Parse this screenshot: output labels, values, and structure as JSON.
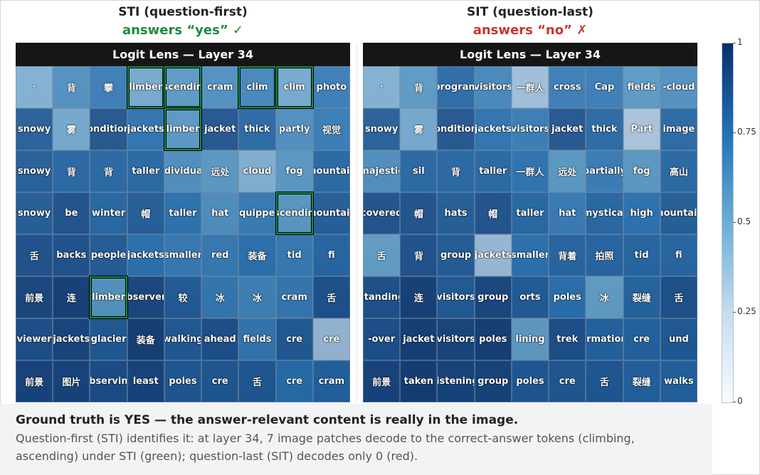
{
  "left": {
    "title": "STI (question-first)",
    "subtitle": "answers “yes” ✓",
    "subtitle_color": "#1e8a3e",
    "panel_title": "Logit Lens — Layer 34",
    "tokens": [
      [
        "·",
        "背",
        "攀",
        "climbers",
        "ascending",
        "cram",
        "clim",
        "clim",
        "photo"
      ],
      [
        "snowy",
        "雾",
        "conditions",
        "jackets",
        "climbers",
        "jacket",
        "thick",
        "partly",
        "视觉"
      ],
      [
        "snowy",
        "背",
        "背",
        "taller",
        "individuals",
        "远处",
        "cloud",
        "fog",
        "mountain"
      ],
      [
        "snowy",
        "be",
        "winter",
        "帽",
        "taller",
        "hat",
        "equipped",
        "ascending",
        "mountain"
      ],
      [
        "舌",
        "backs",
        "people",
        "jackets",
        "smaller",
        "red",
        "装备",
        "tid",
        "fi"
      ],
      [
        "前景",
        "连",
        "climbers",
        "observers",
        "较",
        "冰",
        "冰",
        "cram",
        "舌"
      ],
      [
        "viewer",
        "jackets",
        "glacier",
        "装备",
        "walking",
        "ahead",
        "fields",
        "cre",
        "cre"
      ],
      [
        "前景",
        "图片",
        "observing",
        "least",
        "poles",
        "cre",
        "舌",
        "cre",
        "cram"
      ]
    ],
    "values": [
      [
        0.4,
        0.6,
        0.7,
        0.45,
        0.55,
        0.6,
        0.65,
        0.45,
        0.7
      ],
      [
        0.85,
        0.45,
        0.9,
        0.75,
        0.55,
        0.9,
        0.8,
        0.6,
        0.7
      ],
      [
        0.85,
        0.8,
        0.8,
        0.8,
        0.6,
        0.55,
        0.4,
        0.55,
        0.8
      ],
      [
        0.85,
        0.9,
        0.8,
        0.85,
        0.75,
        0.6,
        0.7,
        0.55,
        0.85
      ],
      [
        0.9,
        0.9,
        0.85,
        0.75,
        0.7,
        0.7,
        0.75,
        0.7,
        0.8
      ],
      [
        0.95,
        0.98,
        0.55,
        0.95,
        0.85,
        0.7,
        0.65,
        0.7,
        0.9
      ],
      [
        0.9,
        0.95,
        0.85,
        0.98,
        0.85,
        0.9,
        0.7,
        0.85,
        0.3
      ],
      [
        0.95,
        0.95,
        0.9,
        0.95,
        0.85,
        0.85,
        0.85,
        0.75,
        0.8
      ]
    ],
    "highlighted": [
      [
        0,
        3
      ],
      [
        0,
        4
      ],
      [
        0,
        6
      ],
      [
        0,
        7
      ],
      [
        1,
        4
      ],
      [
        3,
        7
      ],
      [
        5,
        2
      ]
    ],
    "highlight_color": "#1e8a3e"
  },
  "right": {
    "title": "SIT (question-last)",
    "subtitle": "answers “no” ✗",
    "subtitle_color": "#c0392b",
    "panel_title": "Logit Lens — Layer 34",
    "tokens": [
      [
        "·",
        "背",
        "program",
        "visitors",
        "一群人",
        "cross",
        "Cap",
        "fields",
        "-cloud"
      ],
      [
        "snowy",
        "雾",
        "conditions",
        "jackets",
        "visitors",
        "jacket",
        "thick",
        "Part",
        "image"
      ],
      [
        "majestic",
        "sil",
        "背",
        "taller",
        "一群人",
        "远处",
        "partially",
        "fog",
        "高山"
      ],
      [
        "covered",
        "帽",
        "hats",
        "帽",
        "taller",
        "hat",
        "mystical",
        "high",
        "mountain"
      ],
      [
        "舌",
        "背",
        "group",
        "jackets",
        "smaller",
        "背着",
        "拍照",
        "tid",
        "fi"
      ],
      [
        "standing",
        "连",
        "visitors",
        "group",
        "orts",
        "poles",
        "冰",
        "裂缝",
        "舌"
      ],
      [
        "-over",
        "jacket",
        "visitors",
        "poles",
        "lining",
        "trek",
        "formations",
        "cre",
        "und"
      ],
      [
        "前景",
        "taken",
        "listening",
        "group",
        "poles",
        "cre",
        "舌",
        "裂缝",
        "walks"
      ]
    ],
    "values": [
      [
        0.4,
        0.55,
        0.8,
        0.65,
        0.3,
        0.7,
        0.7,
        0.55,
        0.6
      ],
      [
        0.85,
        0.45,
        0.9,
        0.75,
        0.7,
        0.9,
        0.8,
        0.25,
        0.8
      ],
      [
        0.6,
        0.8,
        0.8,
        0.8,
        0.75,
        0.55,
        0.7,
        0.55,
        0.8
      ],
      [
        0.9,
        0.9,
        0.85,
        0.9,
        0.8,
        0.7,
        0.8,
        0.75,
        0.85
      ],
      [
        0.5,
        0.9,
        0.85,
        0.3,
        0.75,
        0.8,
        0.8,
        0.8,
        0.8
      ],
      [
        0.9,
        0.98,
        0.85,
        0.95,
        0.85,
        0.75,
        0.5,
        0.8,
        0.9
      ],
      [
        0.9,
        0.98,
        0.95,
        0.98,
        0.5,
        0.9,
        0.8,
        0.8,
        0.85
      ],
      [
        0.95,
        0.98,
        0.95,
        0.95,
        0.85,
        0.85,
        0.85,
        0.8,
        0.8
      ]
    ],
    "highlighted": []
  },
  "colorbar": {
    "ticks": [
      "1",
      "0.75",
      "0.5",
      "0.25",
      "0"
    ],
    "colors": [
      "#08306b",
      "#2171b5",
      "#6baed6",
      "#c6dbef",
      "#f7fbff"
    ]
  },
  "caption": {
    "title": "Ground truth is YES — the answer-relevant content is really in the image.",
    "body": "Question-first (STI) identifies it: at layer 34, 7 image patches decode to the correct-answer tokens (climbing, ascending) under STI (green); question-last (SIT) decodes only 0 (red)."
  }
}
